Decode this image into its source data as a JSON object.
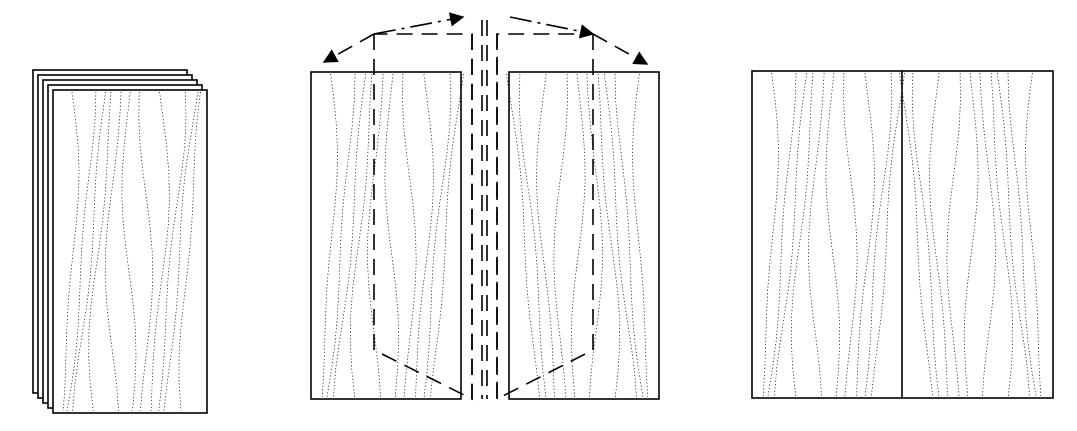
{
  "colors": {
    "line": "#000000",
    "background": "#ffffff"
  },
  "panels": [
    {
      "id": "stacked-veneer-leaves",
      "sheets": 5
    },
    {
      "id": "leaves-opened-book-match"
    },
    {
      "id": "book-matched-panel"
    }
  ]
}
